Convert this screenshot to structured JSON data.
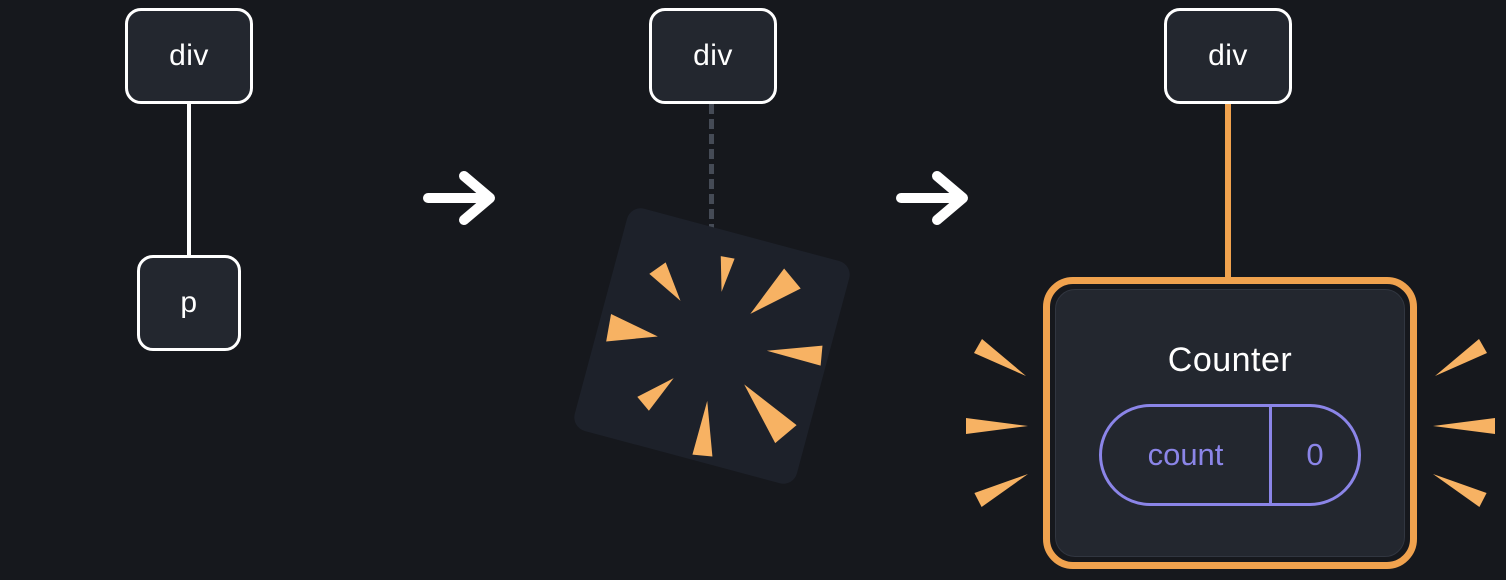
{
  "colors": {
    "background": "#16181d",
    "node_fill": "#23272f",
    "node_border": "#ffffff",
    "text": "#ffffff",
    "orange": "#f0a24e",
    "spark": "#f7b263",
    "purple": "#8b85e8",
    "dashed": "#454b56",
    "explosion_fill": "#1d212a",
    "panel_fill": "#23272f",
    "panel_border": "#313640"
  },
  "stage1": {
    "root_label": "div",
    "child_label": "p"
  },
  "stage2": {
    "root_label": "div"
  },
  "stage3": {
    "root_label": "div",
    "component": {
      "title": "Counter",
      "state_key": "count",
      "state_value": "0"
    }
  }
}
